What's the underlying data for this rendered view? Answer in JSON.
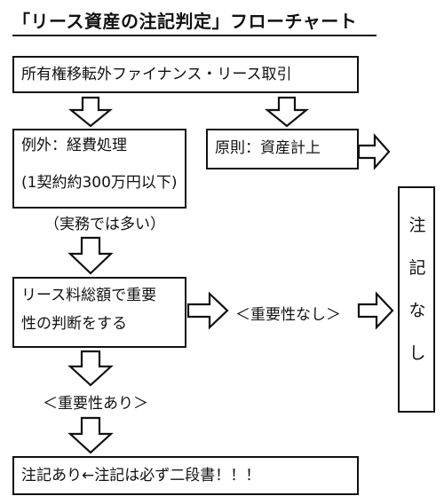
{
  "title": "「リース資産の注記判定」フローチャート",
  "flow": {
    "top_box": "所有権移転外ファイナンス・リース取引",
    "exception_line1": "例外：経費処理",
    "exception_line2": "(1契約約300万円以下)",
    "practice_note": "（実務では多い）",
    "principle_box": "原則：資産計上",
    "judge_line1": "リース料総額で重要",
    "judge_line2": "性の判断をする",
    "no_importance": "＜重要性なし＞",
    "yes_importance": "＜重要性あり＞",
    "bottom_box": "注記あり←注記は必ず二段書！！！",
    "no_note_box": "注記なし"
  }
}
